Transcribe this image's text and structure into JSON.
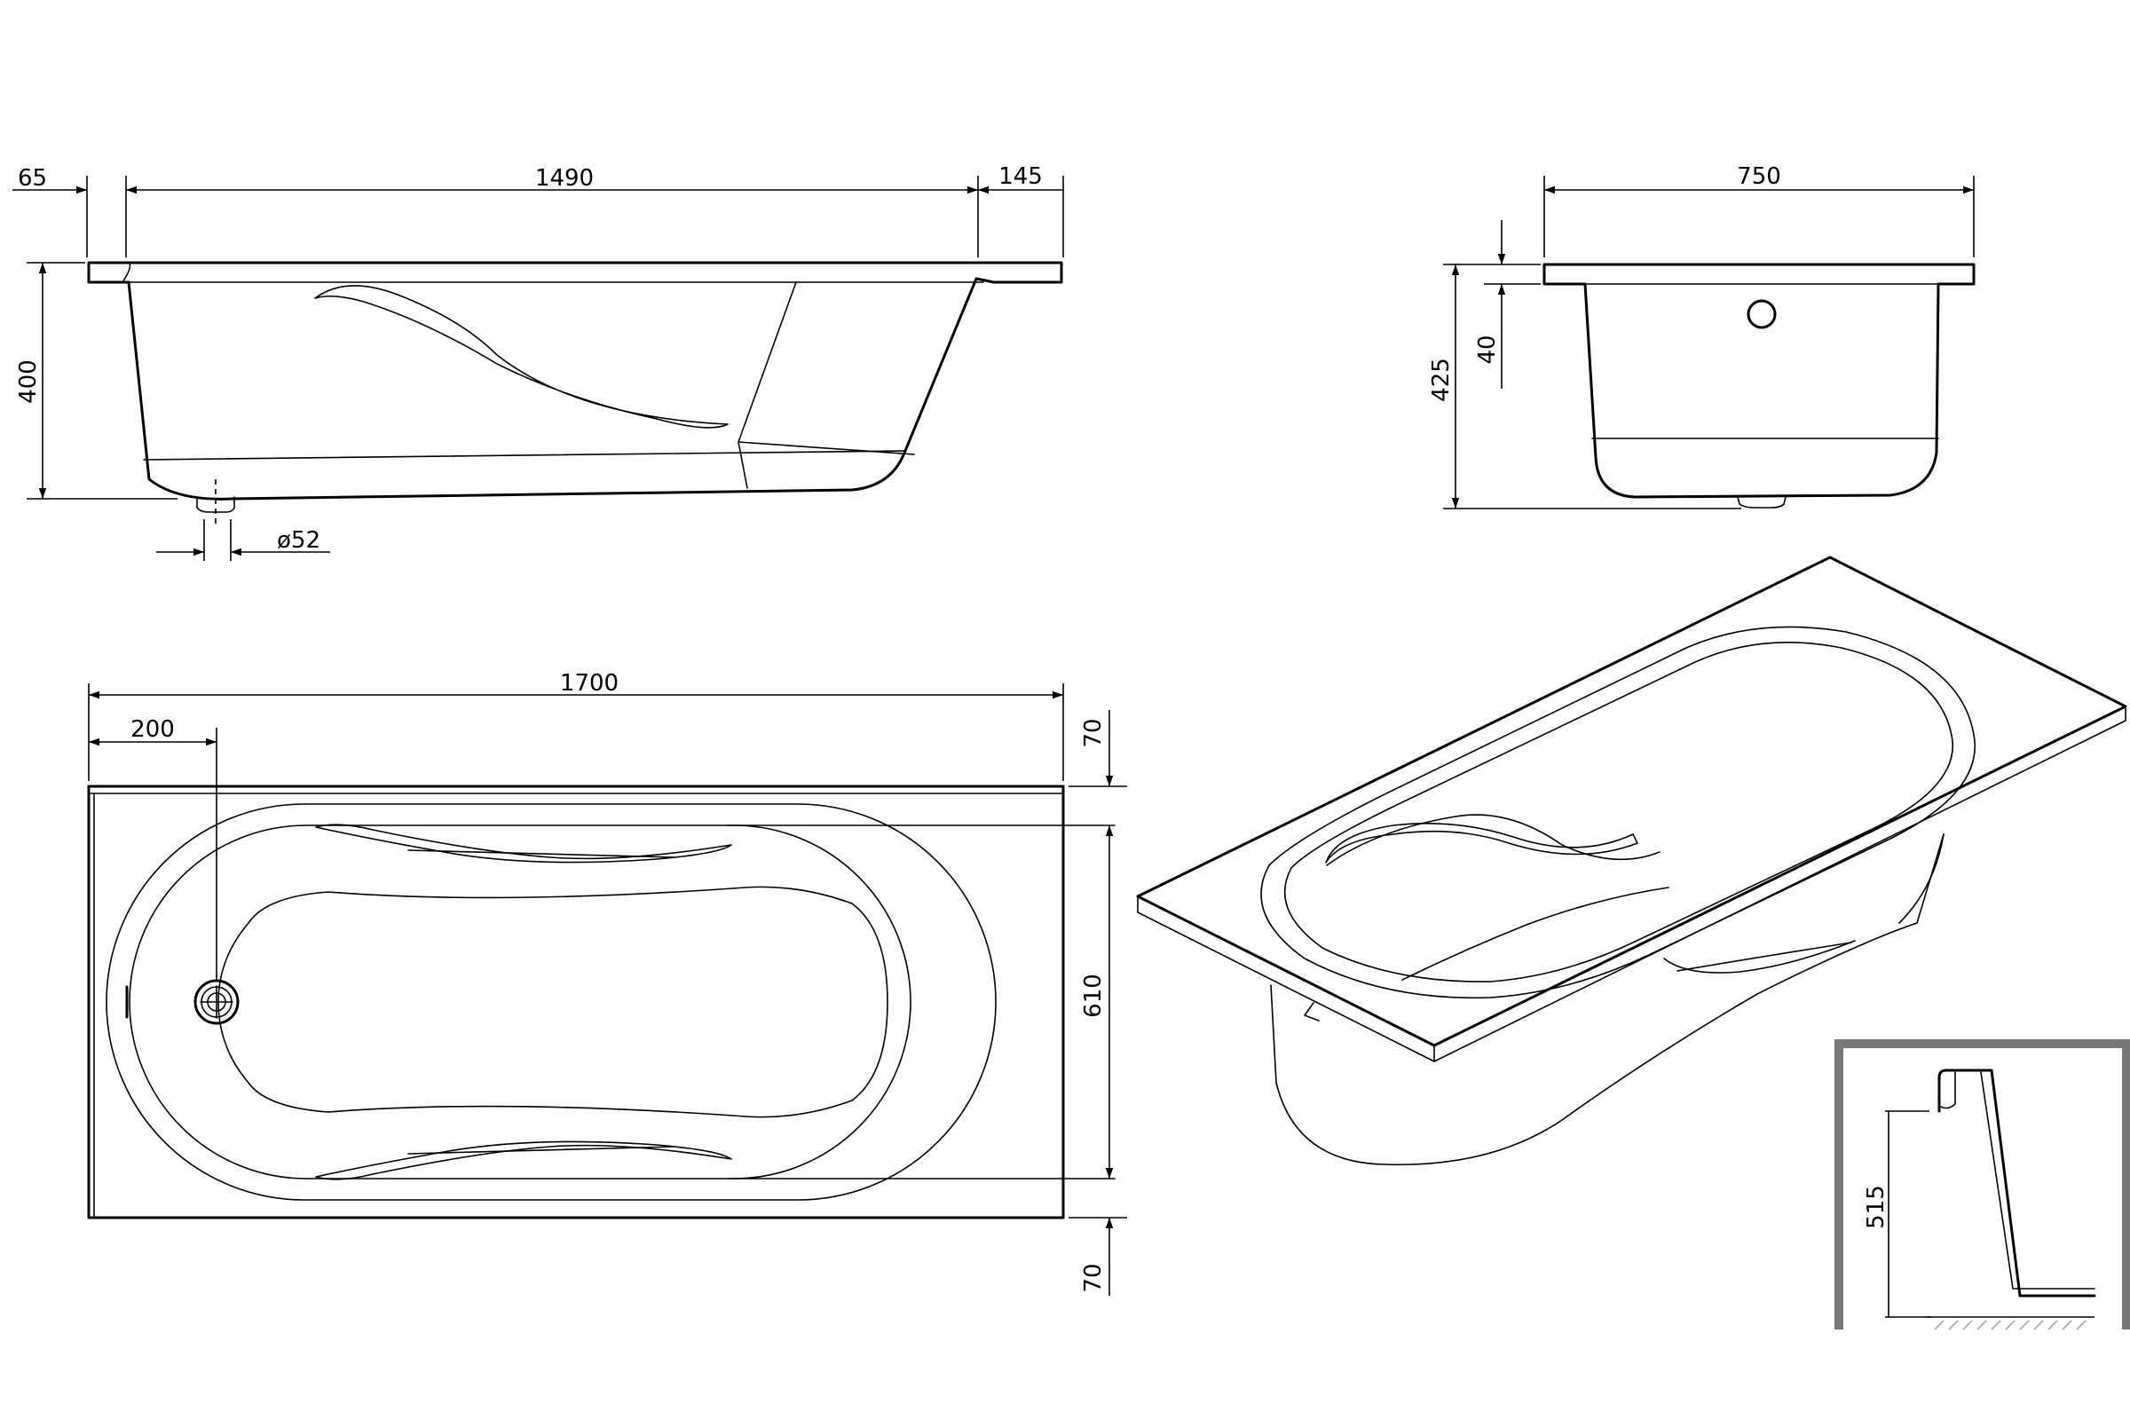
{
  "side_view": {
    "dim_left_flange": "65",
    "dim_inner_length": "1490",
    "dim_right_flange": "145",
    "dim_height": "400",
    "dim_drain_diameter": "ø52"
  },
  "end_view": {
    "dim_width": "750",
    "dim_rim": "40",
    "dim_height": "425"
  },
  "plan_view": {
    "dim_total_length": "1700",
    "dim_drain_offset": "200",
    "dim_top_margin": "70",
    "dim_inner_width": "610",
    "dim_bottom_margin": "70"
  },
  "section_detail": {
    "dim_height": "515"
  },
  "colors": {
    "line": "#000000",
    "background": "#ffffff",
    "detail_frame": "#777777"
  }
}
